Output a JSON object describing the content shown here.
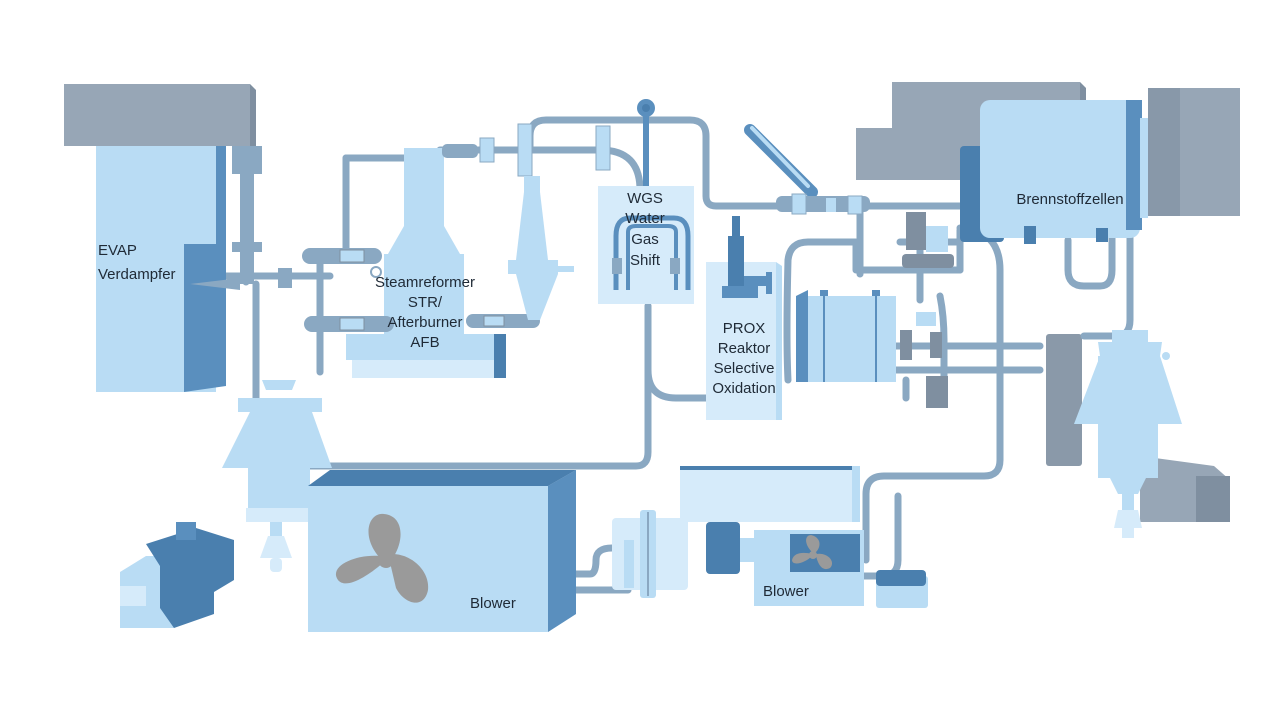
{
  "palette": {
    "light": "#b9dcf4",
    "pale": "#d6ebfa",
    "mid": "#5a8fbe",
    "dark": "#4a7fae",
    "pipe": "#8aa8c2",
    "gray": "#97a6b6",
    "darkgray": "#7f8fa0",
    "prop": "#9a9a9a"
  },
  "labels": {
    "evap": [
      "EVAP",
      "Verdampfer"
    ],
    "str": [
      "Steamreformer",
      "STR/",
      "Afterburner",
      "AFB"
    ],
    "wgs": [
      "WGS",
      "Water",
      "Gas",
      "Shift"
    ],
    "prox": [
      "PROX",
      "Reaktor",
      "Selective",
      "Oxidation"
    ],
    "fuelcell": [
      "Brennstoffzellen"
    ],
    "blower_large": [
      "Blower"
    ],
    "blower_small": [
      "Blower"
    ]
  }
}
